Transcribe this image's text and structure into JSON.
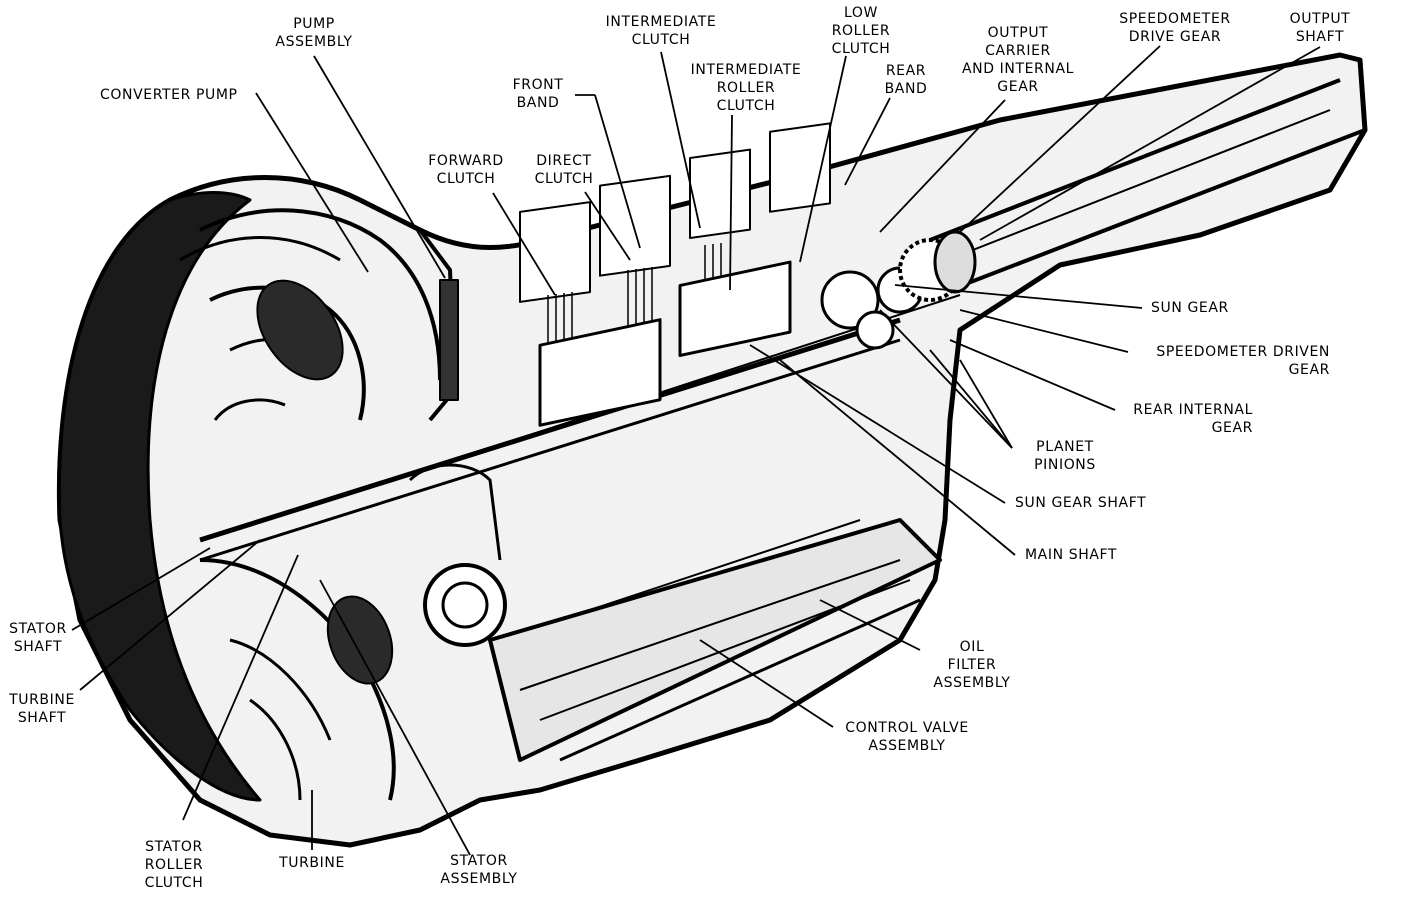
{
  "callouts": [
    {
      "id": "pump-assembly",
      "lines": [
        "PUMP",
        "ASSEMBLY"
      ]
    },
    {
      "id": "converter-pump",
      "lines": [
        "CONVERTER PUMP"
      ]
    },
    {
      "id": "intermediate-clutch",
      "lines": [
        "INTERMEDIATE",
        "CLUTCH"
      ]
    },
    {
      "id": "front-band",
      "lines": [
        "FRONT",
        "BAND"
      ]
    },
    {
      "id": "intermediate-roller-clutch",
      "lines": [
        "INTERMEDIATE",
        "ROLLER",
        "CLUTCH"
      ]
    },
    {
      "id": "forward-clutch",
      "lines": [
        "FORWARD",
        "CLUTCH"
      ]
    },
    {
      "id": "direct-clutch",
      "lines": [
        "DIRECT",
        "CLUTCH"
      ]
    },
    {
      "id": "low-roller-clutch",
      "lines": [
        "LOW",
        "ROLLER",
        "CLUTCH"
      ]
    },
    {
      "id": "rear-band",
      "lines": [
        "REAR",
        "BAND"
      ]
    },
    {
      "id": "output-carrier-internal-gear",
      "lines": [
        "OUTPUT",
        "CARRIER",
        "AND INTERNAL",
        "GEAR"
      ]
    },
    {
      "id": "speedometer-drive-gear",
      "lines": [
        "SPEEDOMETER",
        "DRIVE GEAR"
      ]
    },
    {
      "id": "output-shaft",
      "lines": [
        "OUTPUT",
        "SHAFT"
      ]
    },
    {
      "id": "sun-gear",
      "lines": [
        "SUN GEAR"
      ]
    },
    {
      "id": "speedometer-driven-gear",
      "lines": [
        "SPEEDOMETER DRIVEN",
        "GEAR"
      ]
    },
    {
      "id": "rear-internal-gear",
      "lines": [
        "REAR INTERNAL",
        "GEAR"
      ]
    },
    {
      "id": "planet-pinions",
      "lines": [
        "PLANET",
        "PINIONS"
      ]
    },
    {
      "id": "sun-gear-shaft",
      "lines": [
        "SUN GEAR SHAFT"
      ]
    },
    {
      "id": "main-shaft",
      "lines": [
        "MAIN SHAFT"
      ]
    },
    {
      "id": "oil-filter-assembly",
      "lines": [
        "OIL",
        "FILTER",
        "ASSEMBLY"
      ]
    },
    {
      "id": "control-valve-assembly",
      "lines": [
        "CONTROL VALVE",
        "ASSEMBLY"
      ]
    },
    {
      "id": "stator-shaft",
      "lines": [
        "STATOR",
        "SHAFT"
      ]
    },
    {
      "id": "turbine-shaft",
      "lines": [
        "TURBINE",
        "SHAFT"
      ]
    },
    {
      "id": "stator-roller-clutch",
      "lines": [
        "STATOR",
        "ROLLER",
        "CLUTCH"
      ]
    },
    {
      "id": "turbine",
      "lines": [
        "TURBINE"
      ]
    },
    {
      "id": "stator-assembly",
      "lines": [
        "STATOR",
        "ASSEMBLY"
      ]
    }
  ]
}
